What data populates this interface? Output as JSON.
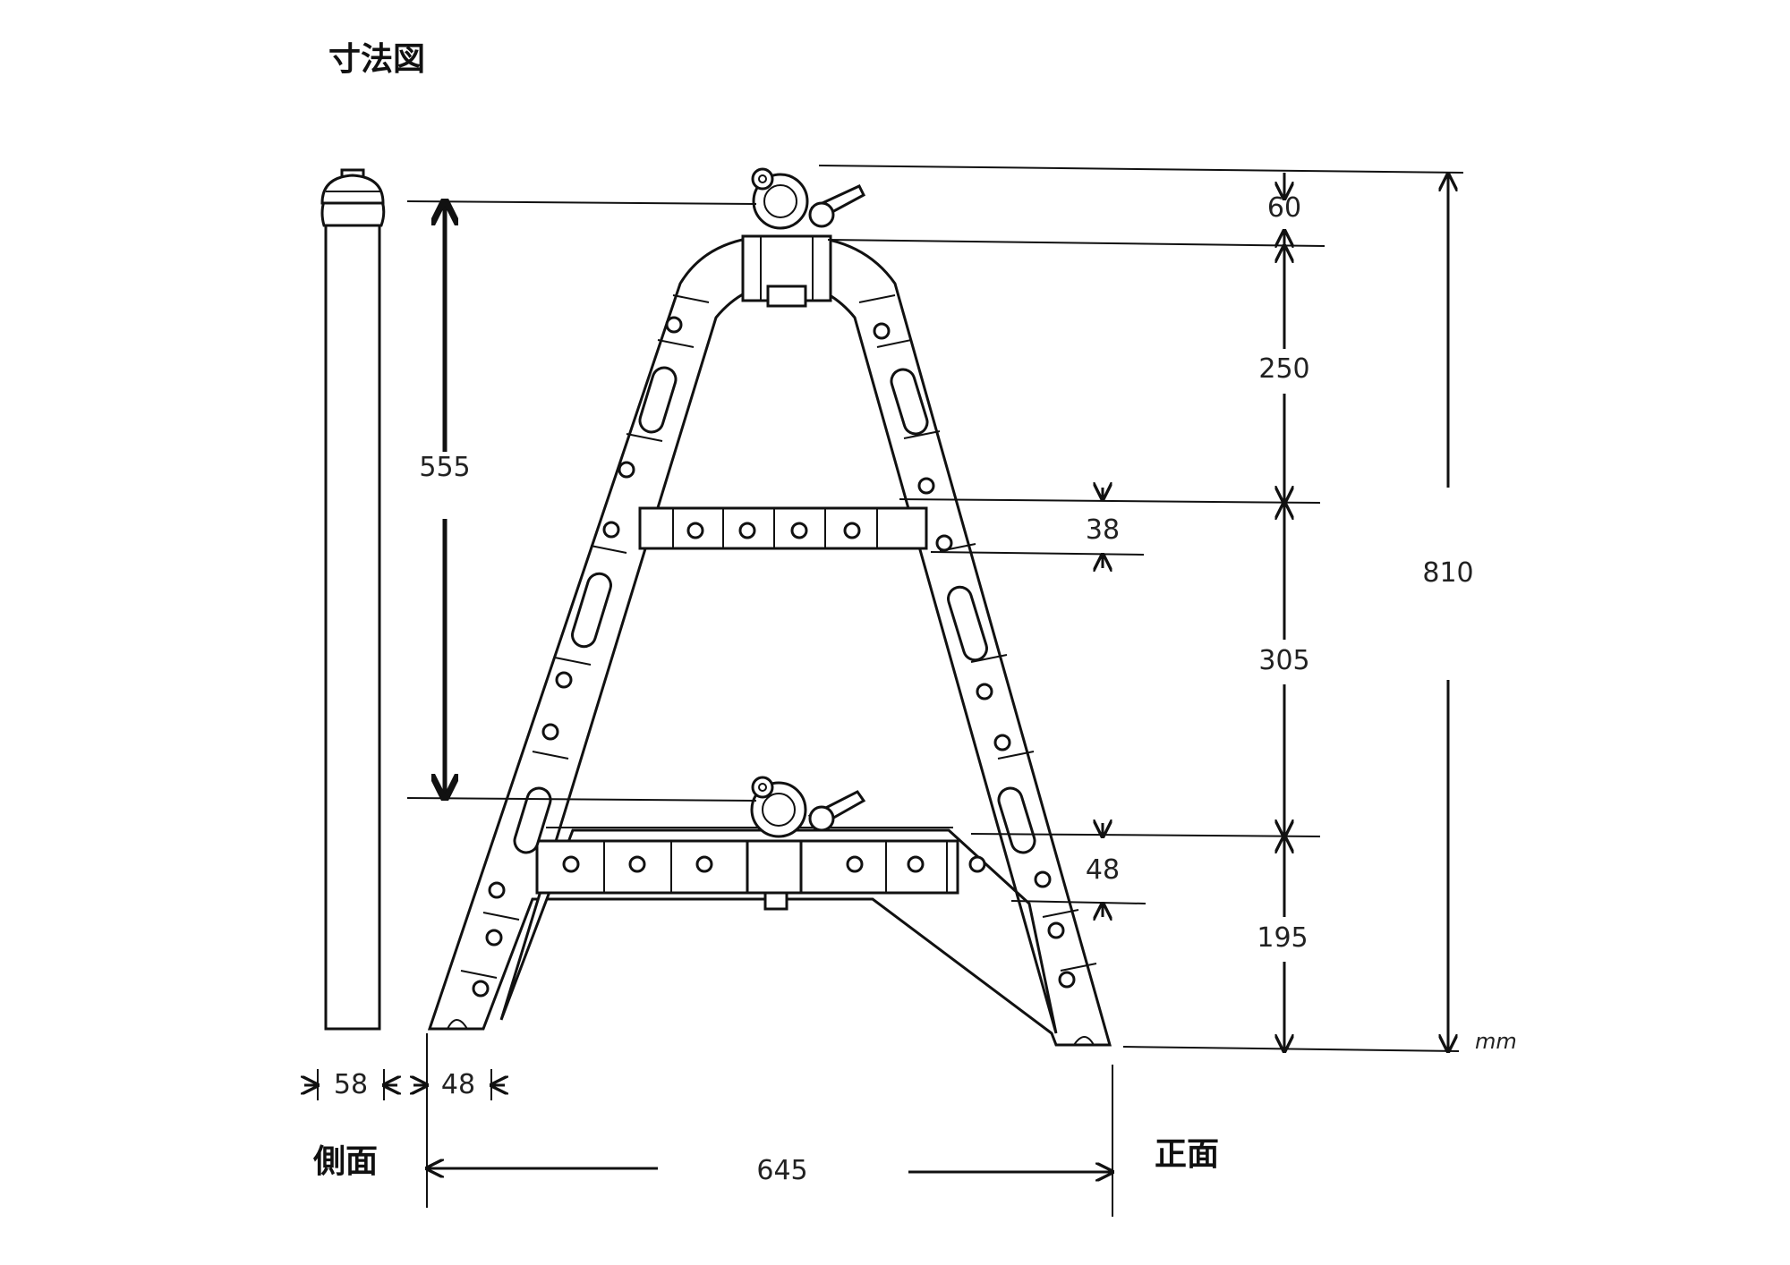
{
  "title": "寸法図",
  "labels": {
    "side_view": "側面",
    "front_view": "正面",
    "unit": "mm"
  },
  "dimensions": {
    "top_clamp": "60",
    "upper_section": "250",
    "upper_bar_width": "38",
    "middle_section": "305",
    "lower_bar_width": "48",
    "bottom_section": "195",
    "total_height": "810",
    "clamp_span": "555",
    "side_depth": "58",
    "leg_width": "48",
    "base_width": "645"
  }
}
